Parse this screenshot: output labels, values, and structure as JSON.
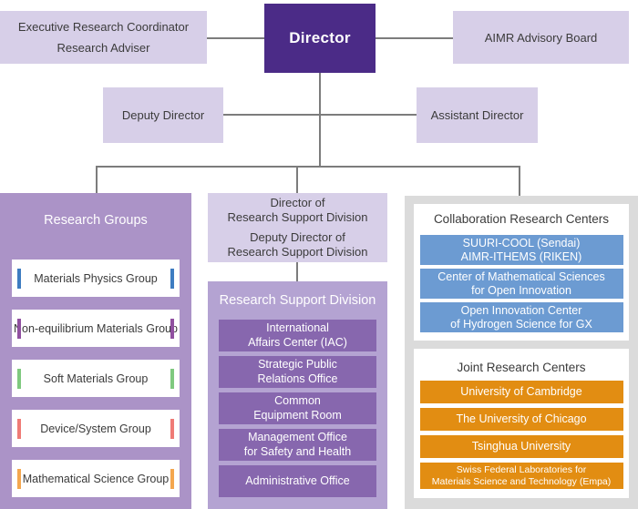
{
  "palette": {
    "director_bg": "#4B2B87",
    "lavender_box": "#D7CFE8",
    "left_container": "#AB93C7",
    "mid_container": "#B4A3D2",
    "mid_item": "#8767AE",
    "blue_item": "#6C9BD2",
    "orange_item": "#E28D12",
    "gray_container": "#DBDBDB",
    "connector_line": "#7C7C7C",
    "text_dark": "#3B3B3B"
  },
  "top": {
    "executive": {
      "line1": "Executive Research Coordinator",
      "line2": "Research Adviser"
    },
    "director": "Director",
    "advisory_board": "AIMR Advisory Board",
    "deputy_director": "Deputy Director",
    "assistant_director": "Assistant Director"
  },
  "research_groups": {
    "title": "Research Groups",
    "items": [
      {
        "label": "Materials Physics Group",
        "bar_color": "#3E7CC1"
      },
      {
        "label": "Non-equilibrium Materials Group",
        "bar_color": "#9050A0"
      },
      {
        "label": "Soft Materials Group",
        "bar_color": "#7FC97F"
      },
      {
        "label": "Device/System Group",
        "bar_color": "#EF7B76"
      },
      {
        "label": "Mathematical Science Group",
        "bar_color": "#F4A74F"
      }
    ]
  },
  "support_division": {
    "head_box": {
      "role1_line1": "Director of",
      "role1_line2": "Research Support Division",
      "role2_line1": "Deputy Director of",
      "role2_line2": "Research Support Division"
    },
    "title": "Research Support Division",
    "items": [
      {
        "line1": "International",
        "line2": "Affairs Center (IAC)"
      },
      {
        "line1": "Strategic Public",
        "line2": "Relations Office"
      },
      {
        "line1": "Common",
        "line2": "Equipment Room"
      },
      {
        "line1": "Management Office",
        "line2": "for Safety and Health"
      },
      {
        "line1": "Administrative Office",
        "line2": ""
      }
    ]
  },
  "collaboration_centers": {
    "title": "Collaboration Research Centers",
    "items": [
      {
        "line1": "SUURI-COOL (Sendai)",
        "line2": "AIMR-ITHEMS (RIKEN)"
      },
      {
        "line1": "Center of Mathematical Sciences",
        "line2": "for Open Innovation"
      },
      {
        "line1": "Open Innovation Center",
        "line2": "of Hydrogen Science for GX"
      }
    ]
  },
  "joint_centers": {
    "title": "Joint Research Centers",
    "items": [
      {
        "line1": "University of Cambridge",
        "line2": ""
      },
      {
        "line1": "The University of Chicago",
        "line2": ""
      },
      {
        "line1": "Tsinghua University",
        "line2": ""
      },
      {
        "line1": "Swiss Federal Laboratories for",
        "line2": "Materials Science and Technology (Empa)"
      }
    ]
  }
}
